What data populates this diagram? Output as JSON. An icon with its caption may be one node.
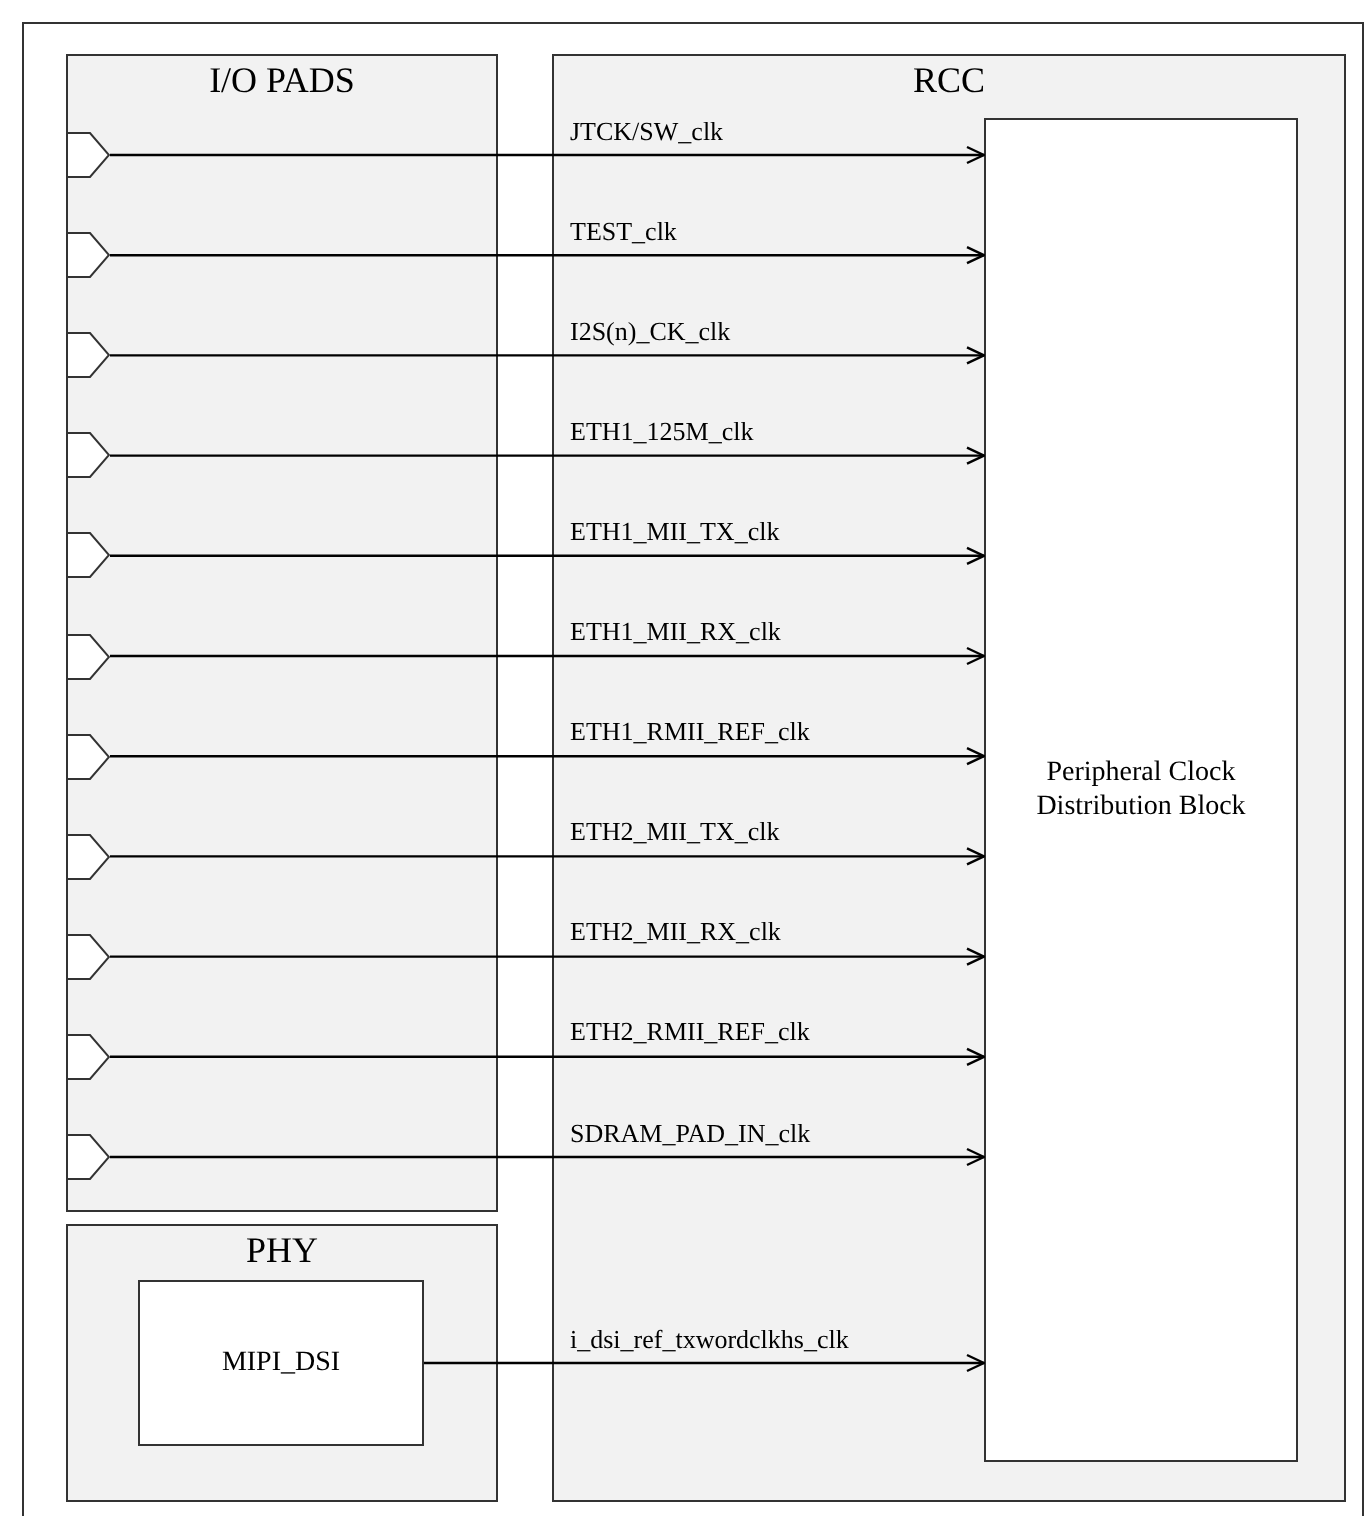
{
  "diagram": {
    "nodes": [
      {
        "text": [
          "I/O PADS"
        ]
      },
      {
        "text": [],
        "shape": "pentagon",
        "in": 0
      },
      {
        "text": [],
        "shape": "pentagon",
        "in": 0
      },
      {
        "text": [],
        "shape": "pentagon",
        "in": 0
      },
      {
        "text": [],
        "shape": "pentagon",
        "in": 0
      },
      {
        "text": [],
        "shape": "pentagon",
        "in": 0
      },
      {
        "text": [],
        "shape": "pentagon",
        "in": 0
      },
      {
        "text": [],
        "shape": "pentagon",
        "in": 0
      },
      {
        "text": [],
        "shape": "pentagon",
        "in": 0
      },
      {
        "text": [],
        "shape": "pentagon",
        "in": 0
      },
      {
        "text": [],
        "shape": "pentagon",
        "in": 0
      },
      {
        "text": [],
        "shape": "pentagon",
        "in": 0
      },
      {
        "text": [
          "RCC"
        ]
      },
      {
        "text": [
          "Peripheral Clock Distribution Block"
        ],
        "in": 12
      },
      {
        "text": [
          "PHY"
        ]
      },
      {
        "text": [
          "MIPI_DSI"
        ],
        "in": 14
      }
    ],
    "edges": [
      {
        "from": 1,
        "to": 13,
        "arrow": "to",
        "label": "JTCK/SW_clk"
      },
      {
        "from": 2,
        "to": 13,
        "arrow": "to",
        "label": "TEST_clk"
      },
      {
        "from": 3,
        "to": 13,
        "arrow": "to",
        "label": "I2S(n)_CK_clk"
      },
      {
        "from": 4,
        "to": 13,
        "arrow": "to",
        "label": "ETH1_125M_clk"
      },
      {
        "from": 5,
        "to": 13,
        "arrow": "to",
        "label": "ETH1_MII_TX_clk"
      },
      {
        "from": 6,
        "to": 13,
        "arrow": "to",
        "label": "ETH1_MII_RX_clk"
      },
      {
        "from": 7,
        "to": 13,
        "arrow": "to",
        "label": "ETH1_RMII_REF_clk"
      },
      {
        "from": 8,
        "to": 13,
        "arrow": "to",
        "label": "ETH2_MII_TX_clk"
      },
      {
        "from": 9,
        "to": 13,
        "arrow": "to",
        "label": "ETH2_MII_RX_clk"
      },
      {
        "from": 10,
        "to": 13,
        "arrow": "to",
        "label": "ETH2_RMII_REF_clk"
      },
      {
        "from": 11,
        "to": 13,
        "arrow": "to",
        "label": "SDRAM_PAD_IN_clk"
      },
      {
        "from": 15,
        "to": 13,
        "arrow": "to",
        "label": "i_dsi_ref_txwordclkhs_clk"
      }
    ]
  }
}
